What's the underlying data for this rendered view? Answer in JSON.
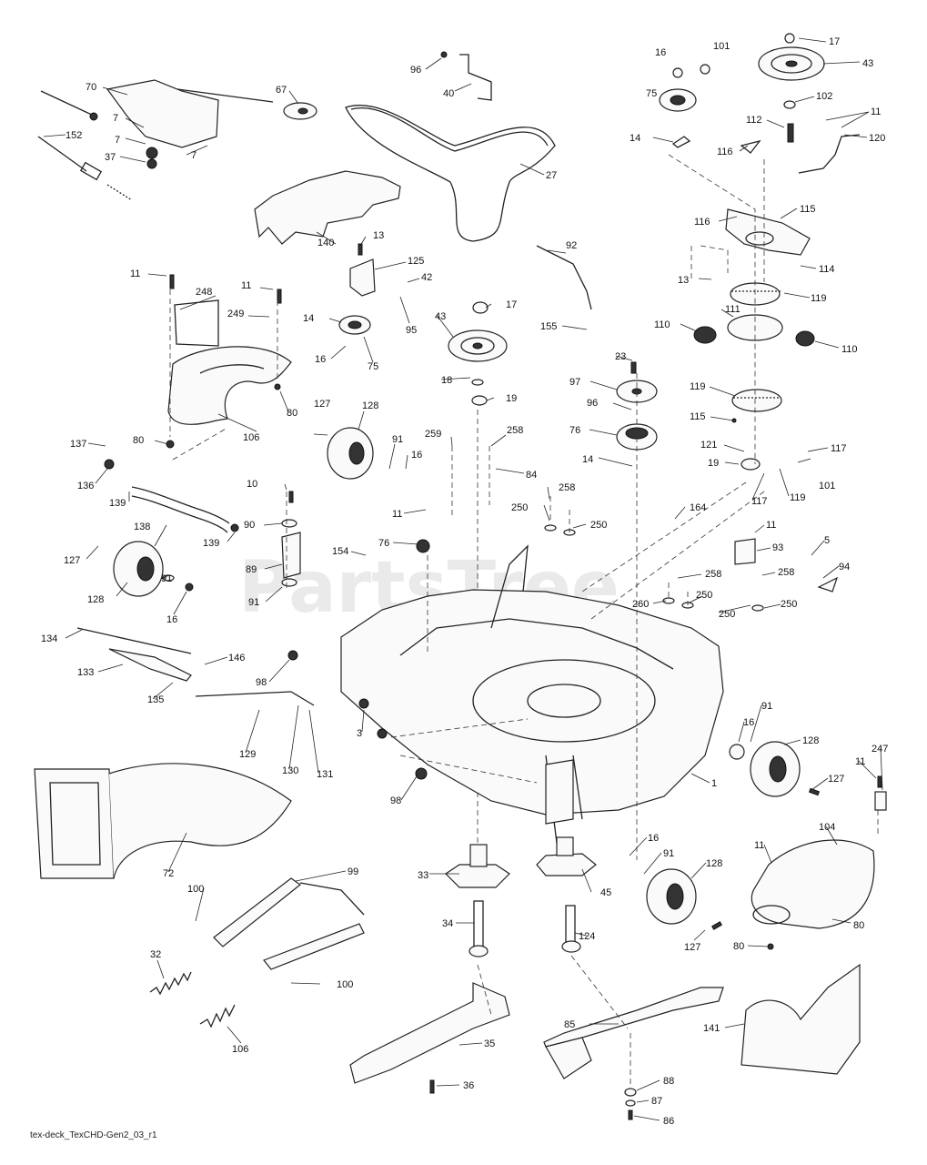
{
  "diagram": {
    "watermark": "PartsTree",
    "footer_code": "tex-deck_TexCHD-Gen2_03_r1",
    "callouts": [
      {
        "id": "c70",
        "text": "70"
      },
      {
        "id": "c67",
        "text": "67"
      },
      {
        "id": "c7a",
        "text": "7"
      },
      {
        "id": "c7b",
        "text": "7"
      },
      {
        "id": "c152",
        "text": "152"
      },
      {
        "id": "c37",
        "text": "37"
      },
      {
        "id": "c7c",
        "text": "7"
      },
      {
        "id": "c96a",
        "text": "96"
      },
      {
        "id": "c40",
        "text": "40"
      },
      {
        "id": "c27",
        "text": "27"
      },
      {
        "id": "c16a",
        "text": "16"
      },
      {
        "id": "c101a",
        "text": "101"
      },
      {
        "id": "c17a",
        "text": "17"
      },
      {
        "id": "c43a",
        "text": "43"
      },
      {
        "id": "c75a",
        "text": "75"
      },
      {
        "id": "c102",
        "text": "102"
      },
      {
        "id": "c112",
        "text": "112"
      },
      {
        "id": "c11a",
        "text": "11"
      },
      {
        "id": "c14a",
        "text": "14"
      },
      {
        "id": "c116a",
        "text": "116"
      },
      {
        "id": "c120",
        "text": "120"
      },
      {
        "id": "c140",
        "text": "140"
      },
      {
        "id": "c13a",
        "text": "13"
      },
      {
        "id": "c125",
        "text": "125"
      },
      {
        "id": "c42",
        "text": "42"
      },
      {
        "id": "c116b",
        "text": "116"
      },
      {
        "id": "c115a",
        "text": "115"
      },
      {
        "id": "c92",
        "text": "92"
      },
      {
        "id": "c11b",
        "text": "11"
      },
      {
        "id": "c248",
        "text": "248"
      },
      {
        "id": "c11c",
        "text": "11"
      },
      {
        "id": "c249",
        "text": "249"
      },
      {
        "id": "c14b",
        "text": "14"
      },
      {
        "id": "c95",
        "text": "95"
      },
      {
        "id": "c17b",
        "text": "17"
      },
      {
        "id": "c13b",
        "text": "13"
      },
      {
        "id": "c114",
        "text": "114"
      },
      {
        "id": "c119a",
        "text": "119"
      },
      {
        "id": "c16b",
        "text": "16"
      },
      {
        "id": "c75b",
        "text": "75"
      },
      {
        "id": "c43b",
        "text": "43"
      },
      {
        "id": "c155",
        "text": "155"
      },
      {
        "id": "c111",
        "text": "111"
      },
      {
        "id": "c110a",
        "text": "110"
      },
      {
        "id": "c110b",
        "text": "110"
      },
      {
        "id": "c80a",
        "text": "80"
      },
      {
        "id": "c18",
        "text": "18"
      },
      {
        "id": "c23",
        "text": "23"
      },
      {
        "id": "c97",
        "text": "97"
      },
      {
        "id": "c19a",
        "text": "19"
      },
      {
        "id": "c96b",
        "text": "96"
      },
      {
        "id": "c119b",
        "text": "119"
      },
      {
        "id": "c127a",
        "text": "127"
      },
      {
        "id": "c128a",
        "text": "128"
      },
      {
        "id": "c106a",
        "text": "106"
      },
      {
        "id": "c80b",
        "text": "80"
      },
      {
        "id": "c76a",
        "text": "76"
      },
      {
        "id": "c115b",
        "text": "115"
      },
      {
        "id": "c259",
        "text": "259"
      },
      {
        "id": "c258a",
        "text": "258"
      },
      {
        "id": "c121",
        "text": "121"
      },
      {
        "id": "c117a",
        "text": "117"
      },
      {
        "id": "c137",
        "text": "137"
      },
      {
        "id": "c91a",
        "text": "91"
      },
      {
        "id": "c16c",
        "text": "16"
      },
      {
        "id": "c14c",
        "text": "14"
      },
      {
        "id": "c19b",
        "text": "19"
      },
      {
        "id": "c101b",
        "text": "101"
      },
      {
        "id": "c136",
        "text": "136"
      },
      {
        "id": "c84",
        "text": "84"
      },
      {
        "id": "c119c",
        "text": "119"
      },
      {
        "id": "c139a",
        "text": "139"
      },
      {
        "id": "c10",
        "text": "10"
      },
      {
        "id": "c258b",
        "text": "258"
      },
      {
        "id": "c117b",
        "text": "117"
      },
      {
        "id": "c11d",
        "text": "11"
      },
      {
        "id": "c250a",
        "text": "250"
      },
      {
        "id": "c164a",
        "text": "164"
      },
      {
        "id": "c138",
        "text": "138"
      },
      {
        "id": "c90",
        "text": "90"
      },
      {
        "id": "c250b",
        "text": "250"
      },
      {
        "id": "c11e",
        "text": "11"
      },
      {
        "id": "c139b",
        "text": "139"
      },
      {
        "id": "c76b",
        "text": "76"
      },
      {
        "id": "c127b",
        "text": "127"
      },
      {
        "id": "c154",
        "text": "154"
      },
      {
        "id": "c93",
        "text": "93"
      },
      {
        "id": "c5",
        "text": "5"
      },
      {
        "id": "c89",
        "text": "89"
      },
      {
        "id": "c94",
        "text": "94"
      },
      {
        "id": "c258c",
        "text": "258"
      },
      {
        "id": "c258d",
        "text": "258"
      },
      {
        "id": "c91b",
        "text": "91"
      },
      {
        "id": "c128b",
        "text": "128"
      },
      {
        "id": "c16d",
        "text": "16"
      },
      {
        "id": "c91c",
        "text": "91"
      },
      {
        "id": "c260",
        "text": "260"
      },
      {
        "id": "c250c",
        "text": "250"
      },
      {
        "id": "c250d",
        "text": "250"
      },
      {
        "id": "c250e",
        "text": "250"
      },
      {
        "id": "c134",
        "text": "134"
      },
      {
        "id": "c146",
        "text": "146"
      },
      {
        "id": "c133",
        "text": "133"
      },
      {
        "id": "c98a",
        "text": "98"
      },
      {
        "id": "c135",
        "text": "135"
      },
      {
        "id": "c3",
        "text": "3"
      },
      {
        "id": "c16e",
        "text": "16"
      },
      {
        "id": "c91d",
        "text": "91"
      },
      {
        "id": "c128c",
        "text": "128"
      },
      {
        "id": "c129",
        "text": "129"
      },
      {
        "id": "c130",
        "text": "130"
      },
      {
        "id": "c131",
        "text": "131"
      },
      {
        "id": "c1",
        "text": "1"
      },
      {
        "id": "c127c",
        "text": "127"
      },
      {
        "id": "c11f",
        "text": "11"
      },
      {
        "id": "c247",
        "text": "247"
      },
      {
        "id": "c98b",
        "text": "98"
      },
      {
        "id": "c72",
        "text": "72"
      },
      {
        "id": "c104",
        "text": "104"
      },
      {
        "id": "c11g",
        "text": "11"
      },
      {
        "id": "c100a",
        "text": "100"
      },
      {
        "id": "c99",
        "text": "99"
      },
      {
        "id": "c33",
        "text": "33"
      },
      {
        "id": "c45",
        "text": "45"
      },
      {
        "id": "c16f",
        "text": "16"
      },
      {
        "id": "c91e",
        "text": "91"
      },
      {
        "id": "c128d",
        "text": "128"
      },
      {
        "id": "c80c",
        "text": "80"
      },
      {
        "id": "c34",
        "text": "34"
      },
      {
        "id": "c124",
        "text": "124"
      },
      {
        "id": "c127d",
        "text": "127"
      },
      {
        "id": "c80d",
        "text": "80"
      },
      {
        "id": "c32",
        "text": "32"
      },
      {
        "id": "c100b",
        "text": "100"
      },
      {
        "id": "c85",
        "text": "85"
      },
      {
        "id": "c141",
        "text": "141"
      },
      {
        "id": "c35",
        "text": "35"
      },
      {
        "id": "c106b",
        "text": "106"
      },
      {
        "id": "c36",
        "text": "36"
      },
      {
        "id": "c88",
        "text": "88"
      },
      {
        "id": "c87",
        "text": "87"
      },
      {
        "id": "c86",
        "text": "86"
      }
    ]
  }
}
